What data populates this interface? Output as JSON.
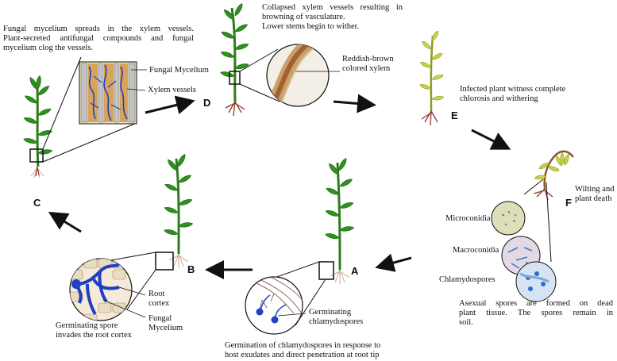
{
  "stages": {
    "A": "A",
    "B": "B",
    "C": "C",
    "D": "D",
    "E": "E",
    "F": "F"
  },
  "texts": {
    "top_left_line1": "Fungal mycelium spreads in the xylem vessels.",
    "top_left_line2": "Plant-secreted antifungal compounds and fungal",
    "top_left_line3": "mycelium clog the vessels.",
    "fungal_mycelium_top": "Fungal Mycelium",
    "xylem_vessels": "Xylem vessels",
    "collapsed_line1": "Collapsed xylem vessels resulting in",
    "collapsed_line2": "browning of vasculature.",
    "collapsed_line3": "Lower stems begin to wither.",
    "reddish_line1": "Reddish-brown",
    "reddish_line2": "colored xylem",
    "infected_line1": "Infected plant witness complete",
    "infected_line2": "chlorosis and withering",
    "wilting_line1": "Wilting and",
    "wilting_line2": "plant death",
    "microconidia": "Microconidia",
    "macroconidia": "Macroconidia",
    "chlamydospores": "Chlamydospores",
    "asexual_line1": "Asexual spores are formed on dead",
    "asexual_line2": "plant tissue. The spores remain in",
    "asexual_line3": "soil.",
    "germinating_line1": "Germinating",
    "germinating_line2": "chlamydospores",
    "germination_line1": "Germination of chlamydospores in response to",
    "germination_line2": "host exudates and direct penetration at root tip",
    "root_line1": "Root",
    "root_line2": "cortex",
    "fungal_line1": "Fungal",
    "fungal_line2": "Mycelium",
    "germ_spore_line1": "Germinating spore",
    "germ_spore_line2": "invades the root cortex"
  },
  "colors": {
    "leaf": "#2f8f1f",
    "leaf_dark": "#1d6b12",
    "stem": "#2e7d1b",
    "root": "#8b3a2a",
    "root_light": "#c9a89a",
    "yellow_leaf": "#c9d24a",
    "mycelium": "#1f3fc4",
    "xylem_brown": "#a0622f",
    "arrow": "#111111"
  },
  "icons": {
    "plant": "healthy-plant-icon",
    "infected_plant": "yellowing-plant-icon",
    "dead_plant": "wilted-plant-icon"
  }
}
